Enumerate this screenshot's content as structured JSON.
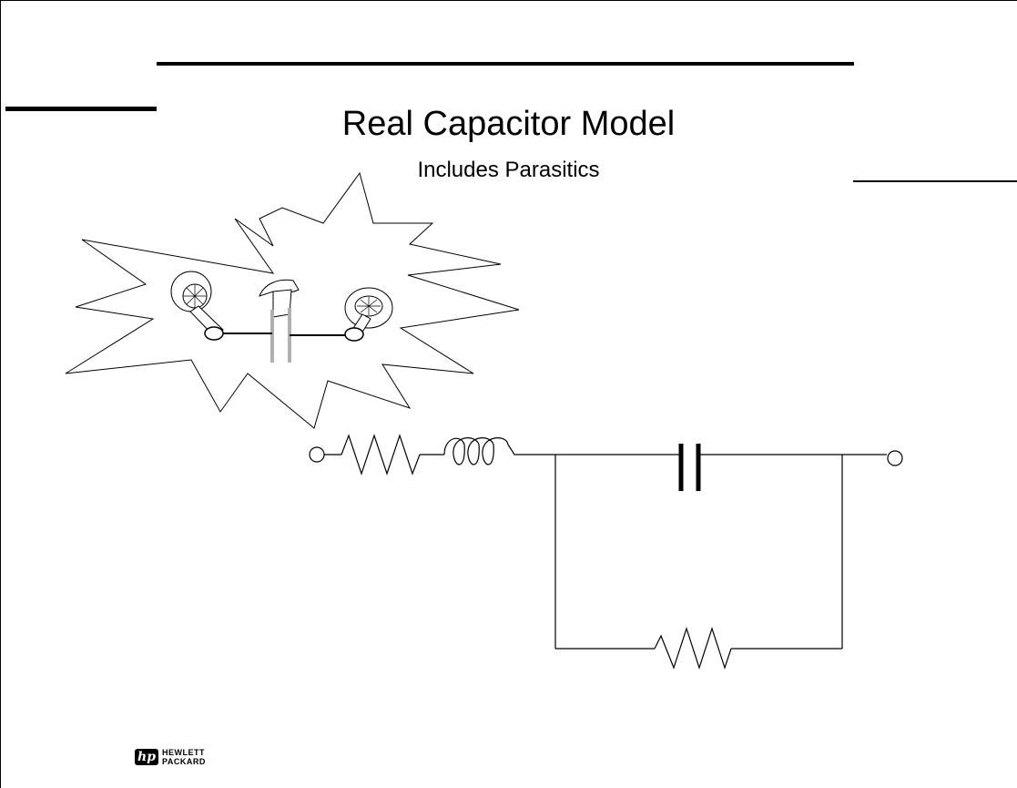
{
  "slide": {
    "title": "Real Capacitor Model",
    "subtitle": "Includes Parasitics"
  },
  "logo": {
    "mark_text": "hp",
    "line1": "HEWLETT",
    "line2": "PACKARD"
  },
  "diagram": {
    "illustration": "capacitor-with-leads-starburst",
    "circuit_components": [
      "terminal",
      "resistor",
      "inductor",
      "capacitor",
      "resistor",
      "terminal"
    ],
    "ink_color": "#000000",
    "lead_color": "#b0b0b0"
  }
}
